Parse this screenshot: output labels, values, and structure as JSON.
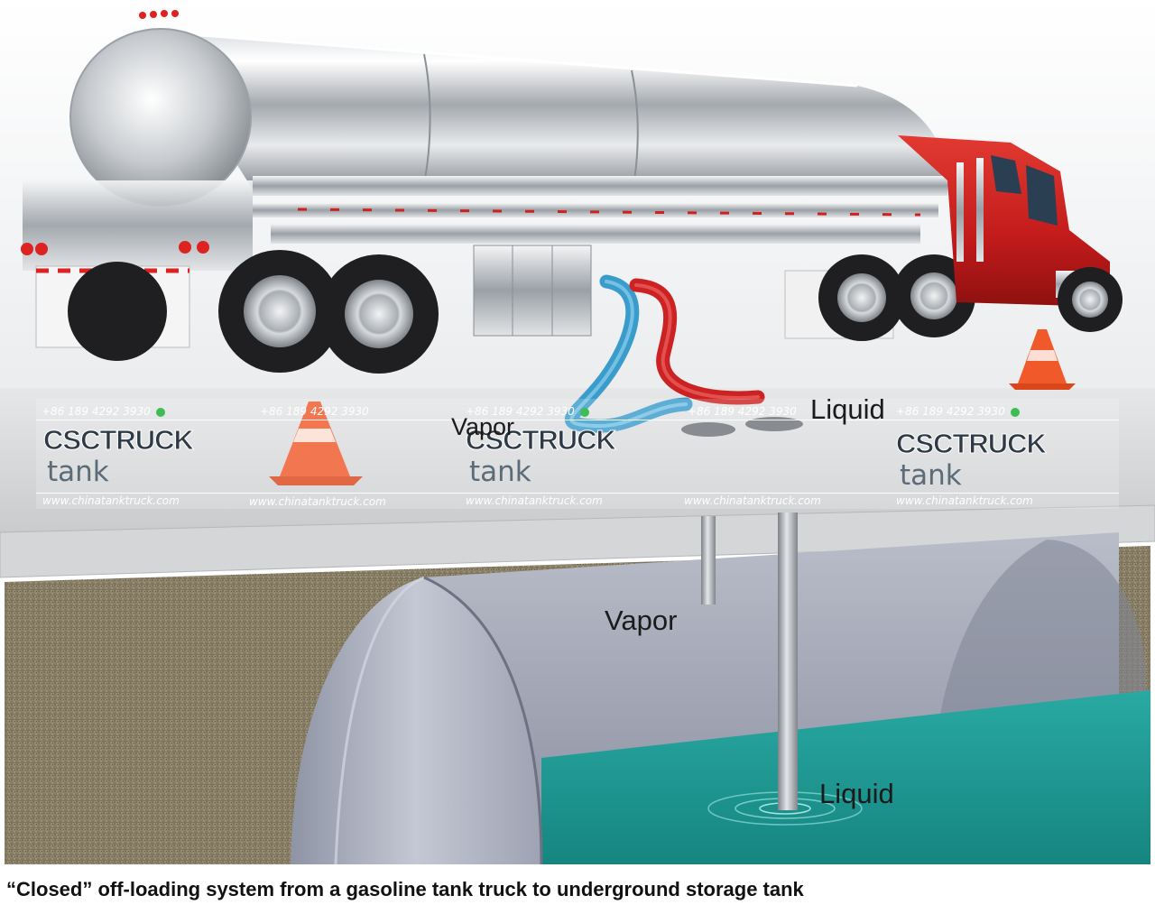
{
  "labels": {
    "vapor_top": "Vapor",
    "liquid_top": "Liquid",
    "vapor_tank": "Vapor",
    "liquid_tank": "Liquid"
  },
  "watermark": {
    "phone": "+86 189 4292 3930",
    "logo": "CSCTRUCK",
    "sub": "tank",
    "url": "www.chinatanktruck.com"
  },
  "caption": "“Closed” off-loading system from a gasoline tank truck to underground storage tank",
  "colors": {
    "cab_red": "#c81e1e",
    "vapor_hose": "#3a9ccb",
    "liquid_hose": "#cc2222",
    "fuel": "#1f9b97",
    "soil": "#8a7e62",
    "cone": "#f05a2a"
  }
}
